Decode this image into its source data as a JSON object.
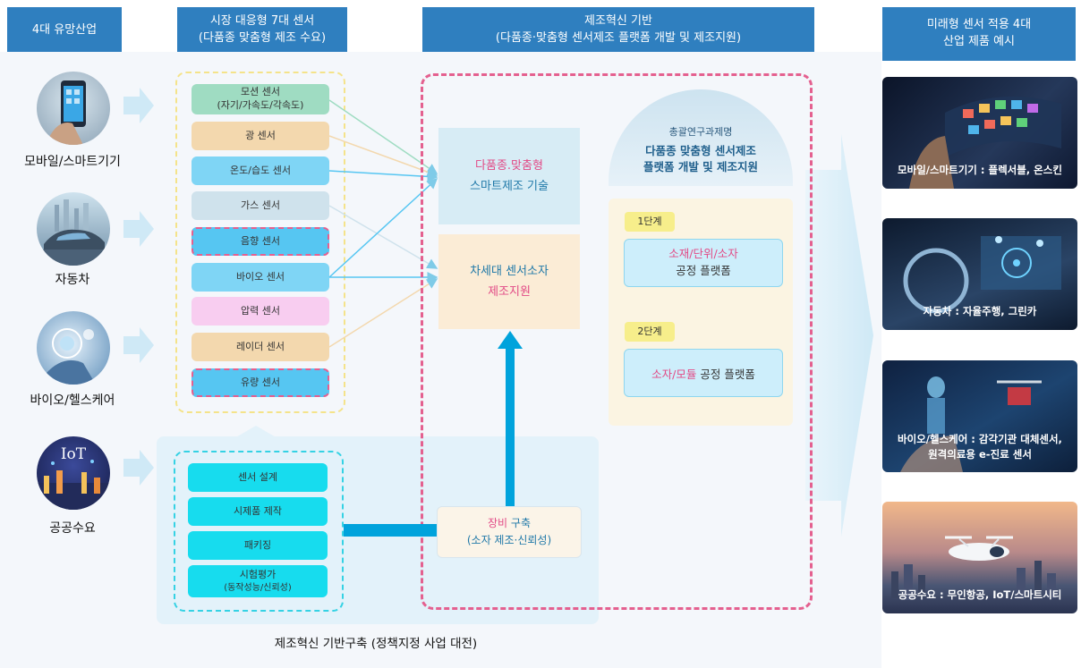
{
  "headers": {
    "col1": "4대 유망산업",
    "col2_line1": "시장 대응형 7대 센서",
    "col2_line2": "(다품종 맞춤형 제조 수요)",
    "col3_line1": "제조혁신 기반",
    "col3_line2": "(다품종·맞춤형 센서제조 플랫폼 개발 및 제조지원)",
    "col4_line1": "미래형 센서 적용 4대",
    "col4_line2": "산업 제품 예시"
  },
  "industries": [
    {
      "label": "모바일/스마트기기",
      "icon": "smartphone-icon"
    },
    {
      "label": "자동차",
      "icon": "car-icon"
    },
    {
      "label": "바이오/헬스케어",
      "icon": "bio-icon"
    },
    {
      "label": "공공수요",
      "icon": "iot-icon",
      "badge": "IoT"
    }
  ],
  "sensors": [
    {
      "line1": "모션 센서",
      "line2": "(자기/가속도/각속도)",
      "color": "#9fdcc2"
    },
    {
      "line1": "광 센서",
      "line2": "",
      "color": "#f3d8ae"
    },
    {
      "line1": "온도/습도 센서",
      "line2": "",
      "color": "#7fd5f5"
    },
    {
      "line1": "가스 센서",
      "line2": "",
      "color": "#cfe2ec"
    },
    {
      "line1": "음향 센서",
      "line2": "",
      "color": "#56c6f2"
    },
    {
      "line1": "바이오 센서",
      "line2": "",
      "color": "#7fd5f5"
    },
    {
      "line1": "압력 센서",
      "line2": "",
      "color": "#f8cdf0"
    },
    {
      "line1": "레이더 센서",
      "line2": "",
      "color": "#f3d8ae"
    },
    {
      "line1": "유량 센서",
      "line2": "",
      "color": "#56c6f2"
    }
  ],
  "tech_box": {
    "pink": "다품종.맞춤형",
    "dark": "스마트제조 기술"
  },
  "support_box": {
    "line1": "차세대 센서소자",
    "line2": "제조지원"
  },
  "dome": {
    "small": "총괄연구과제명",
    "line1": "다품종 맞춤형 센서제조",
    "line2": "플랫폼 개발 및 제조지원"
  },
  "stages": [
    {
      "tag": "1단계",
      "line1": "소재/단위/소자",
      "line2": "공정 플랫폼"
    },
    {
      "tag": "2단계",
      "pink": "소자/모듈",
      "rest": " 공정 플랫폼"
    }
  ],
  "steps": [
    {
      "line1": "센서 설계",
      "line2": ""
    },
    {
      "line1": "시제품 제작",
      "line2": ""
    },
    {
      "line1": "패키징",
      "line2": ""
    },
    {
      "line1": "시험평가",
      "line2": "(동작성능/신뢰성)"
    }
  ],
  "equipment": {
    "pink": "장비",
    "rest": " 구축",
    "line2": "(소자 제조·신뢰성)"
  },
  "bottom_caption": "제조혁신 기반구축 (정책지정 사업 대전)",
  "products": [
    {
      "line1": "모바일/스마트기기 : 플렉서블, 온스킨",
      "line2": ""
    },
    {
      "line1": "자동차 : 자율주행, 그린카",
      "line2": ""
    },
    {
      "line1": "바이오/헬스케어 : 감각기관 대체센서,",
      "line2": "원격의료용 e-진료 센서"
    },
    {
      "line1": "공공수요 : 무인항공, IoT/스마트시티",
      "line2": ""
    }
  ],
  "colors": {
    "header_blue": "#2f7fbf",
    "pink_dash": "#e4608f",
    "yellow_dash": "#f4e38a",
    "cyan_dash": "#35d2e4",
    "arrow_blue": "#00a3dc",
    "pale_blue": "#e3f2fa"
  }
}
